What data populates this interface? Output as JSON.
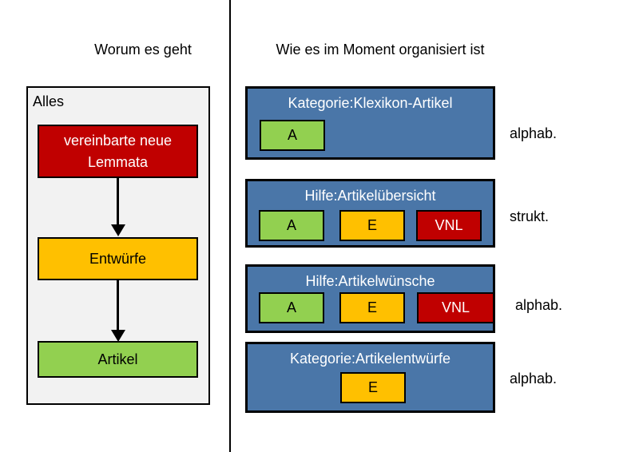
{
  "left": {
    "title": "Worum es geht",
    "container_label": "Alles",
    "flow": {
      "lemmata": {
        "line1": "vereinbarte neue",
        "line2": "Lemmata"
      },
      "entwuerfe": {
        "label": "Entwürfe"
      },
      "artikel": {
        "label": "Artikel"
      }
    }
  },
  "right": {
    "title": "Wie es im Moment organisiert ist",
    "groups": [
      {
        "title": "Kategorie:Klexikon-Artikel",
        "order": "alphab.",
        "chips": [
          "A"
        ]
      },
      {
        "title": "Hilfe:Artikelübersicht",
        "order": "strukt.",
        "chips": [
          "A",
          "E",
          "VNL"
        ]
      },
      {
        "title": "Hilfe:Artikelwünsche",
        "order": "alphab.",
        "chips": [
          "A",
          "E",
          "VNL"
        ]
      },
      {
        "title": "Kategorie:Artikelentwürfe",
        "order": "alphab.",
        "chips": [
          "E"
        ]
      }
    ]
  },
  "colors": {
    "article_green": "#92D050",
    "draft_amber": "#FFC000",
    "lemma_red": "#C00000",
    "group_blue": "#4A76A8",
    "container_gray": "#F2F2F2"
  }
}
